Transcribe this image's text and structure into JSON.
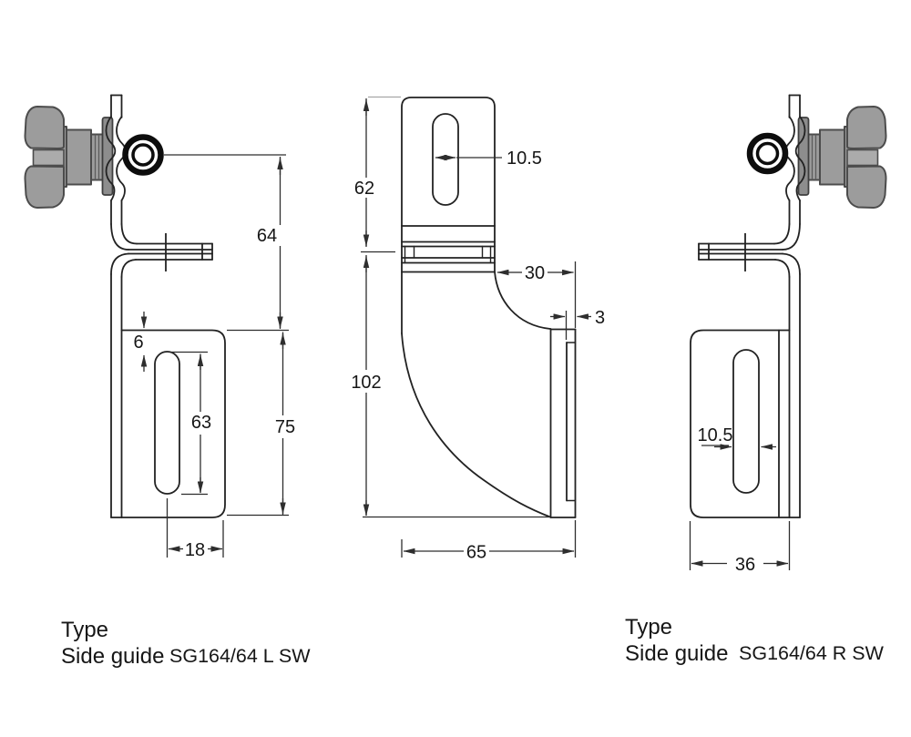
{
  "views": {
    "left": {
      "dims": {
        "height_64": "64",
        "offset_6": "6",
        "slot_length_63": "63",
        "plate_height_75": "75",
        "slot_center_18": "18"
      },
      "labels": {
        "type": "Type",
        "product": "Side guide",
        "code": "SG164/64 L SW"
      }
    },
    "front": {
      "dims": {
        "upper_height_62": "62",
        "slot_width_10_5": "10.5",
        "depth_30": "30",
        "thickness_3": "3",
        "lower_height_102": "102",
        "width_65": "65"
      }
    },
    "right": {
      "dims": {
        "slot_width_10_5": "10.5",
        "plate_width_36": "36"
      },
      "labels": {
        "type": "Type",
        "product": "Side guide",
        "code": "SG164/64 R SW"
      }
    }
  },
  "colors": {
    "line": "#222222",
    "dim_line": "#2e2e2e",
    "knob_fill": "#9c9c9c",
    "knob_stroke": "#4c4c4c",
    "washer_fill": "#8d8d8d",
    "background": "#ffffff"
  }
}
